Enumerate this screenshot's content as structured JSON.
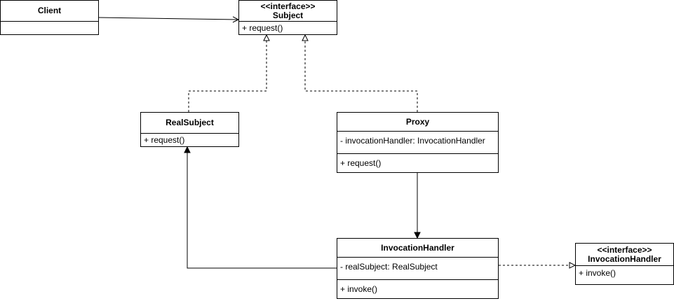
{
  "diagram": {
    "classes": {
      "client": {
        "name": "Client",
        "stereotype": "",
        "attributes": [],
        "methods": []
      },
      "subject": {
        "name": "Subject",
        "stereotype": "<<interface>>",
        "methods": [
          "+ request()"
        ]
      },
      "real_subject": {
        "name": "RealSubject",
        "methods": [
          "+ request()"
        ]
      },
      "proxy": {
        "name": "Proxy",
        "attributes": [
          "- invocationHandler: InvocationHandler"
        ],
        "methods": [
          "+ request()"
        ]
      },
      "invocation_handler": {
        "name": "InvocationHandler",
        "attributes": [
          "- realSubject: RealSubject"
        ],
        "methods": [
          "+ invoke()"
        ]
      },
      "invocation_handler_interface": {
        "name": "InvocationHandler",
        "stereotype": "<<interface>>",
        "methods": [
          "+ invoke()"
        ]
      }
    },
    "relations": [
      {
        "from": "Client",
        "to": "Subject",
        "kind": "association"
      },
      {
        "from": "RealSubject",
        "to": "Subject",
        "kind": "realization"
      },
      {
        "from": "Proxy",
        "to": "Subject",
        "kind": "realization"
      },
      {
        "from": "Proxy",
        "to": "InvocationHandler",
        "kind": "association"
      },
      {
        "from": "InvocationHandler",
        "to": "RealSubject",
        "kind": "association"
      },
      {
        "from": "InvocationHandler",
        "to": "<<interface>> InvocationHandler",
        "kind": "realization"
      }
    ]
  }
}
